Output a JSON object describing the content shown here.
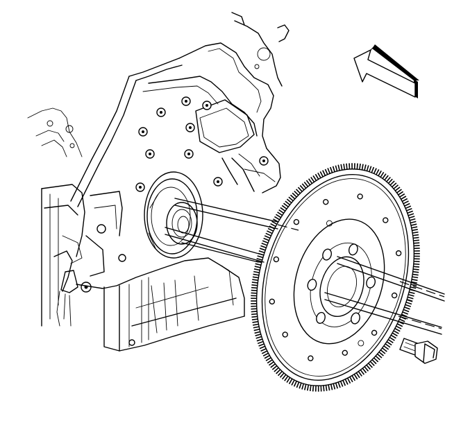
{
  "figure": {
    "labels": [],
    "colors": {
      "line": "#000000",
      "background": "#ffffff"
    },
    "components": {
      "engine_block": "engine-block-rear",
      "crankshaft_flange": "crankshaft-rear-flange",
      "flywheel": "flywheel-ring-gear",
      "bolt": "flywheel-bolt",
      "guide_lines": "alignment-guide-lines",
      "direction_arrow": "engine-front-arrow"
    }
  }
}
